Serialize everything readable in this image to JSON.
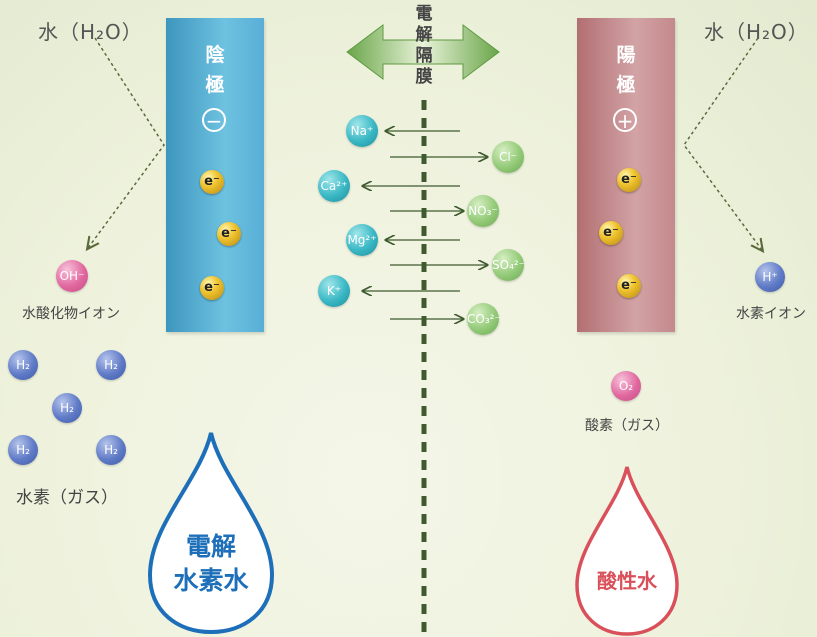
{
  "water_left": "水（H₂O）",
  "water_right": "水（H₂O）",
  "cathode": {
    "chars": [
      "陰",
      "極"
    ],
    "sign": "−",
    "electron": "e⁻",
    "color": "#5ab0d6"
  },
  "anode": {
    "chars": [
      "陽",
      "極"
    ],
    "sign": "+",
    "electron": "e⁻",
    "color": "#c98f92"
  },
  "membrane": {
    "chars": [
      "電",
      "解",
      "隔",
      "膜"
    ]
  },
  "ions_left": [
    "Na⁺",
    "Ca²⁺",
    "Mg²⁺",
    "K⁺"
  ],
  "ions_right": [
    "Cl⁻",
    "NO₃⁻",
    "SO₄²⁻",
    "CO₃²⁻"
  ],
  "hydroxide": {
    "symbol": "OH⁻",
    "label": "水酸化物イオン"
  },
  "hydrogen_gas": {
    "symbol": "H₂",
    "label": "水素（ガス）"
  },
  "hydrogen_ion": {
    "symbol": "H⁺",
    "label": "水素イオン"
  },
  "oxygen_gas": {
    "symbol": "O₂",
    "label": "酸素（ガス）"
  },
  "drop_left": {
    "line1": "電解",
    "line2": "水素水",
    "color": "#1c6fb8"
  },
  "drop_right": {
    "text": "酸性水",
    "color": "#d9505a"
  }
}
